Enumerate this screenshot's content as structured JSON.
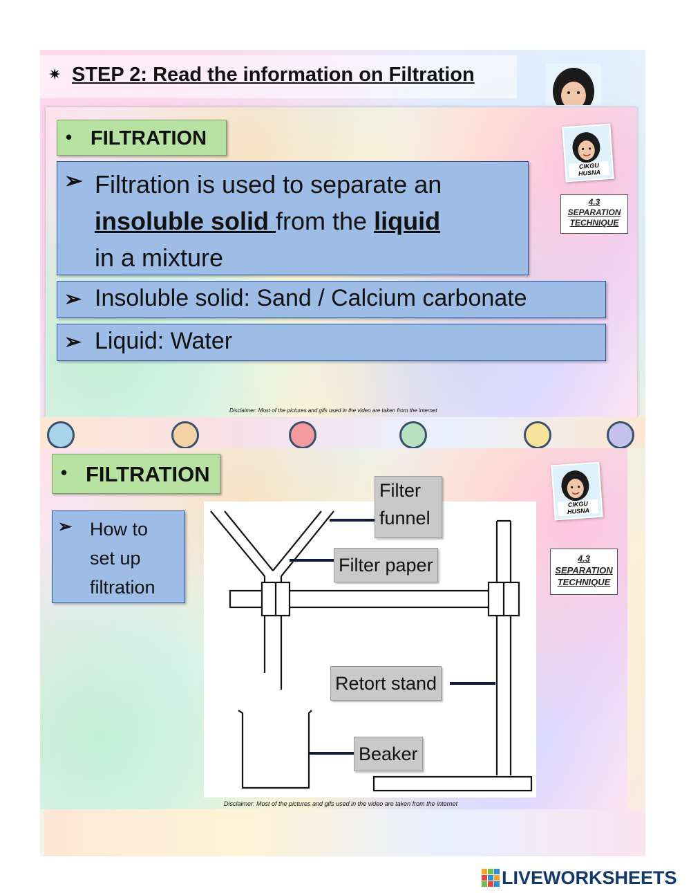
{
  "step": {
    "title": "STEP 2: Read the information on Filtration"
  },
  "slide1": {
    "heading": "FILTRATION",
    "intro": {
      "part1": "Filtration is used to separate an",
      "part2": "insoluble solid ",
      "part3": "from the ",
      "part4": "liquid",
      "part5": "in a mixture"
    },
    "solid_line": "Insoluble solid: Sand / Calcium carbonate",
    "liquid_line": "Liquid: Water",
    "avatar_name": "CIKGU HUSNA",
    "technique": [
      "4.3",
      "SEPARATION",
      "TECHNIQUE"
    ],
    "disclaimer": "Disclaimer:  Most of the pictures  and gifs used in the video  are taken from  the internet"
  },
  "slide2": {
    "heading": "FILTRATION",
    "howto": [
      "How to",
      "set up",
      "filtration"
    ],
    "avatar_name": "CIKGU HUSNA",
    "technique": [
      "4.3",
      "SEPARATION",
      "TECHNIQUE"
    ],
    "labels": {
      "filter_funnel": [
        "Filter",
        "funnel"
      ],
      "filter_paper": "Filter paper",
      "retort_stand": "Retort stand",
      "beaker": "Beaker"
    },
    "disclaimer": "Disclaimer: Most of the pictures and gifs used in the video are taken from the internet"
  },
  "footer": {
    "brand": "LIVEWORKSHEETS"
  },
  "colors": {
    "heading_green": "#b8e2a2",
    "box_blue": "#9dbde6",
    "label_grey": "#c9c9c9",
    "brand_navy": "#13386b"
  }
}
